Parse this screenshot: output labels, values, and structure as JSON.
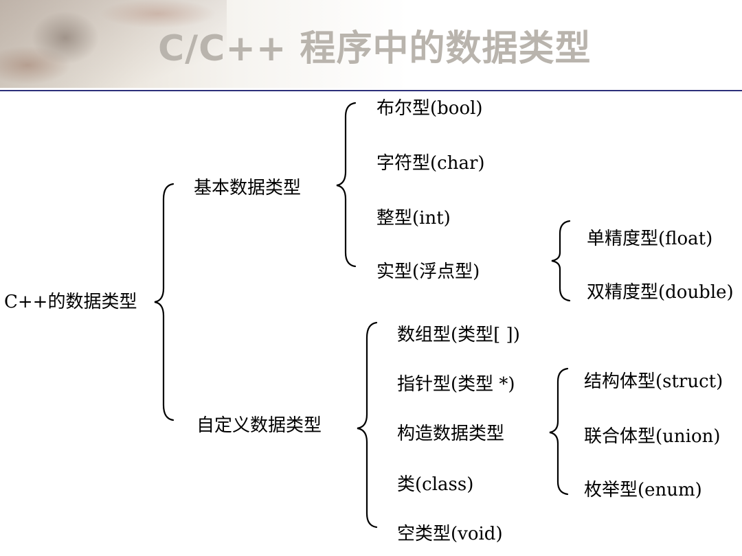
{
  "title": "C/C++ 程序中的数据类型",
  "root": "C++的数据类型",
  "basic": {
    "label": "基本数据类型",
    "bool": "布尔型(bool)",
    "char": "字符型(char)",
    "int": "整型(int)",
    "real": "实型(浮点型)",
    "float": "单精度型(float)",
    "double": "双精度型(double)"
  },
  "custom": {
    "label": "自定义数据类型",
    "array": "数组型(类型[ ])",
    "pointer": "指针型(类型  *)",
    "constructed": "构造数据类型",
    "class": "类(class)",
    "void": "空类型(void)",
    "struct": "结构体型(struct)",
    "union": "联合体型(union)",
    "enum": "枚举型(enum)"
  }
}
